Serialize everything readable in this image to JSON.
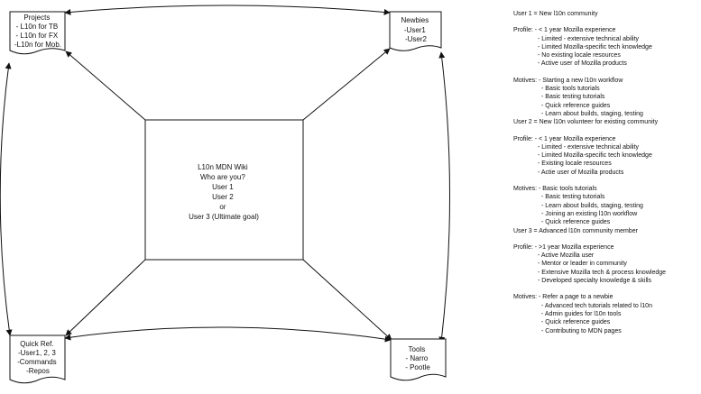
{
  "diagram": {
    "center": {
      "lines": [
        "L10n MDN Wiki",
        "Who are you?",
        "User 1",
        "User 2",
        "or",
        "User 3 (Ultimate goal)"
      ]
    },
    "projects": {
      "lines": [
        "Projects",
        "- L10n for TB",
        "- L10n for FX",
        "-L10n for Mob."
      ]
    },
    "newbies": {
      "lines": [
        "Newbies",
        "-User1",
        "-User2"
      ]
    },
    "quickref": {
      "lines": [
        "Quick Ref.",
        "-User1, 2, 3",
        "-Commands",
        "-Repos"
      ]
    },
    "tools": {
      "lines": [
        "Tools",
        "- Narro",
        "- Pootle"
      ]
    }
  },
  "notes": [
    {
      "lines": [
        "User 1 = New l10n community"
      ]
    },
    {
      "lines": [
        "Profile: - < 1 year Mozilla experience",
        "- Limited - extensive technical ability",
        "- Limited Mozilla-specific tech knowledge",
        "- No existing locale resources",
        "- Active user of Mozilla products"
      ]
    },
    {
      "lines": [
        "Motives: - Starting a new l10n workflow",
        "- Basic tools tutorials",
        "- Basic testing tutorials",
        "- Quick reference guides",
        "- Learn about builds, staging, testing",
        "User 2 = New l10n volunteer for existing community"
      ]
    },
    {
      "lines": [
        "Profile: - < 1 year Mozilla experience",
        "- Limited - extensive technical ability",
        "- Limited Mozilla-specific tech knowledge",
        "- Existing locale resources",
        "- Actie user of Mozilla products"
      ]
    },
    {
      "lines": [
        "Motives: - Basic tools tutorials",
        "- Basic testing tutorials",
        "- Learn about builds, staging, testing",
        "- Joining an existing l10n workflow",
        "- Quick reference guides",
        "User 3 = Advanced l10n community member"
      ]
    },
    {
      "lines": [
        "Profile: - >1 year Mozilla experience",
        "- Active Mozilla user",
        "- Mentor or leader in community",
        "- Extensive Mozilla tech & process knowledge",
        "- Developed specialty knowledge & skills"
      ]
    },
    {
      "lines": [
        "Motives: - Refer a page to a newbie",
        "- Advanced tech tutorials related to l10n",
        "- Admin guides for l10n tools",
        "- Quick reference guides",
        "- Contributing to MDN pages"
      ]
    }
  ]
}
